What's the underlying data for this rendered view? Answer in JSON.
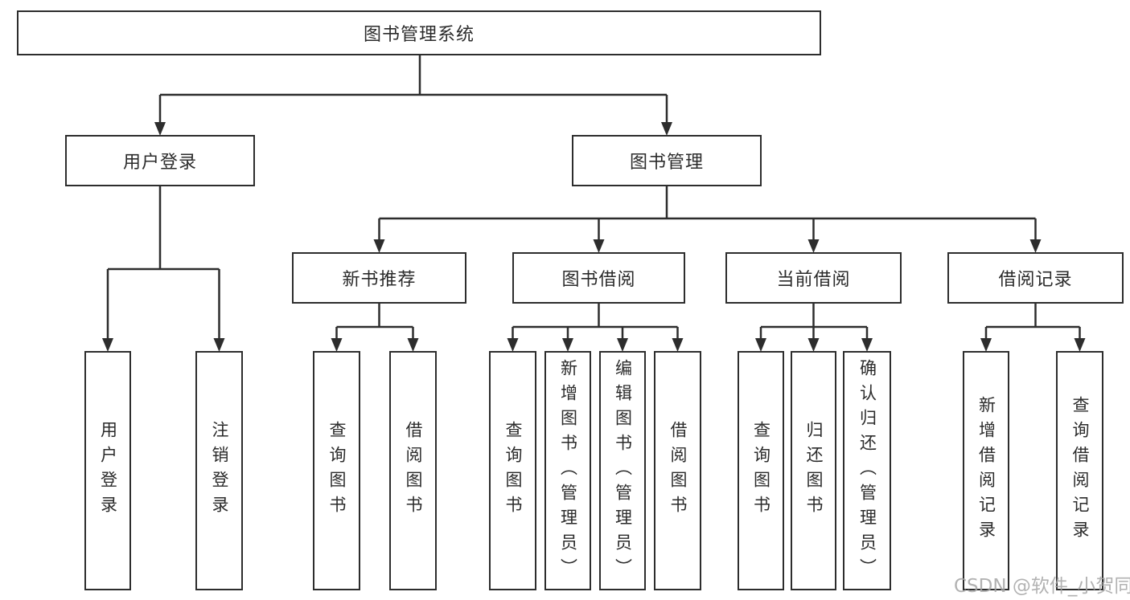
{
  "tree": {
    "label": "图书管理系统",
    "children": [
      {
        "label": "用户登录",
        "children": [
          {
            "label": "用户登录"
          },
          {
            "label": "注销登录"
          }
        ]
      },
      {
        "label": "图书管理",
        "children": [
          {
            "label": "新书推荐",
            "children": [
              {
                "label": "查询图书"
              },
              {
                "label": "借阅图书"
              }
            ]
          },
          {
            "label": "图书借阅",
            "children": [
              {
                "label": "查询图书"
              },
              {
                "label": "新增图书（管理员）"
              },
              {
                "label": "编辑图书（管理员）"
              },
              {
                "label": "借阅图书"
              }
            ]
          },
          {
            "label": "当前借阅",
            "children": [
              {
                "label": "查询图书"
              },
              {
                "label": "归还图书"
              },
              {
                "label": "确认归还（管理员）"
              }
            ]
          },
          {
            "label": "借阅记录",
            "children": [
              {
                "label": "新增借阅记录"
              },
              {
                "label": "查询借阅记录"
              }
            ]
          }
        ]
      }
    ]
  },
  "watermark": "CSDN @软件_小贺同学",
  "colors": {
    "line": "#2d2d2d",
    "text": "#2b2b2b",
    "watermark": "#a5a5a5",
    "background": "#ffffff"
  }
}
